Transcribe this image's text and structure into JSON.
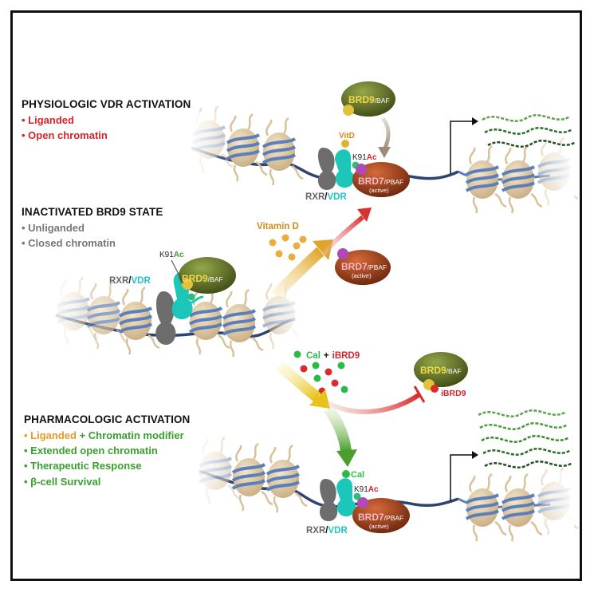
{
  "sections": {
    "physiologic": {
      "title": "PHYSIOLOGIC VDR ACTIVATION",
      "bullets": [
        "• Liganded",
        "• Open chromatin"
      ]
    },
    "inactivated": {
      "title": "INACTIVATED BRD9 STATE",
      "bullets": [
        "• Unliganded",
        "• Closed chromatin"
      ]
    },
    "pharmacologic": {
      "title": "PHARMACOLOGIC ACTIVATION",
      "bullet1_a": "• Liganded",
      "bullet1_b": " + Chromatin modifier",
      "bullets": [
        "• Extended open chromatin",
        "• Therapeutic Response",
        "• β-cell Survival"
      ]
    }
  },
  "labels": {
    "rxr": "RXR",
    "slash": "/",
    "vdr": "VDR",
    "k91": "K91",
    "ac": "Ac",
    "vitd": "VitD",
    "vitamin_d": "Vitamin D",
    "cal": "Cal",
    "plus": "+",
    "ibrd9": "iBRD9",
    "brd9": "BRD9",
    "baf": "/BAF",
    "brd7": "BRD7",
    "pbaf": "/PBAF",
    "active": "(active)"
  },
  "colors": {
    "red": "#d7262b",
    "gray": "#777777",
    "orange": "#e59a2b",
    "green": "#3aa02f",
    "vdr_cyan": "#23c4c4",
    "brd9_olive": "#5a6b22",
    "brd7_brown": "#9a3b1a",
    "dna_blue": "#3d5a8a"
  }
}
